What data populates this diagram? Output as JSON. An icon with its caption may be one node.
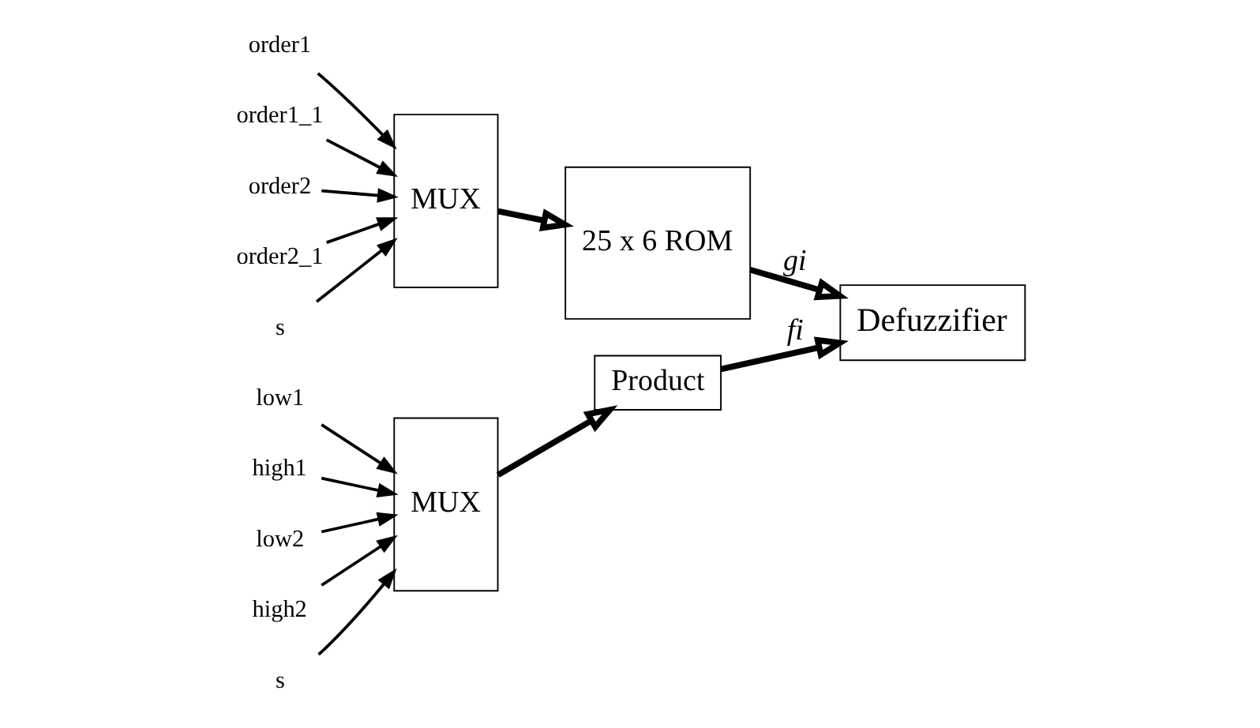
{
  "diagram": {
    "nodes": [
      {
        "text": [
          "order1"
        ]
      },
      {
        "text": [
          "order1_1"
        ]
      },
      {
        "text": [
          "order2"
        ]
      },
      {
        "text": [
          "order2_1"
        ]
      },
      {
        "text": [
          "MUX"
        ]
      },
      {
        "text": [
          "s"
        ]
      },
      {
        "text": [
          "25 x 6 ROM"
        ]
      },
      {
        "text": [
          "low1"
        ]
      },
      {
        "text": [
          "high1"
        ]
      },
      {
        "text": [
          "low2"
        ]
      },
      {
        "text": [
          "high2"
        ]
      },
      {
        "text": [
          "MUX"
        ]
      },
      {
        "text": [
          "s"
        ]
      },
      {
        "text": [
          "Product"
        ]
      },
      {
        "text": [
          "Defuzzifier"
        ]
      }
    ],
    "edges": [
      {
        "from": 0,
        "to": 4,
        "arrow": "to"
      },
      {
        "from": 1,
        "to": 4,
        "arrow": "to"
      },
      {
        "from": 2,
        "to": 4,
        "arrow": "to"
      },
      {
        "from": 3,
        "to": 4,
        "arrow": "to"
      },
      {
        "from": 5,
        "to": 4,
        "arrow": "to"
      },
      {
        "from": 4,
        "to": 6,
        "arrow": "to",
        "style": "thick"
      },
      {
        "from": 6,
        "to": 14,
        "arrow": "to",
        "style": "thick",
        "label": "gi"
      },
      {
        "from": 7,
        "to": 11,
        "arrow": "to"
      },
      {
        "from": 8,
        "to": 11,
        "arrow": "to"
      },
      {
        "from": 9,
        "to": 11,
        "arrow": "to"
      },
      {
        "from": 10,
        "to": 11,
        "arrow": "to"
      },
      {
        "from": 12,
        "to": 11,
        "arrow": "to"
      },
      {
        "from": 11,
        "to": 13,
        "arrow": "to",
        "style": "thick"
      },
      {
        "from": 13,
        "to": 14,
        "arrow": "to",
        "style": "thick",
        "label": "fi"
      }
    ]
  }
}
